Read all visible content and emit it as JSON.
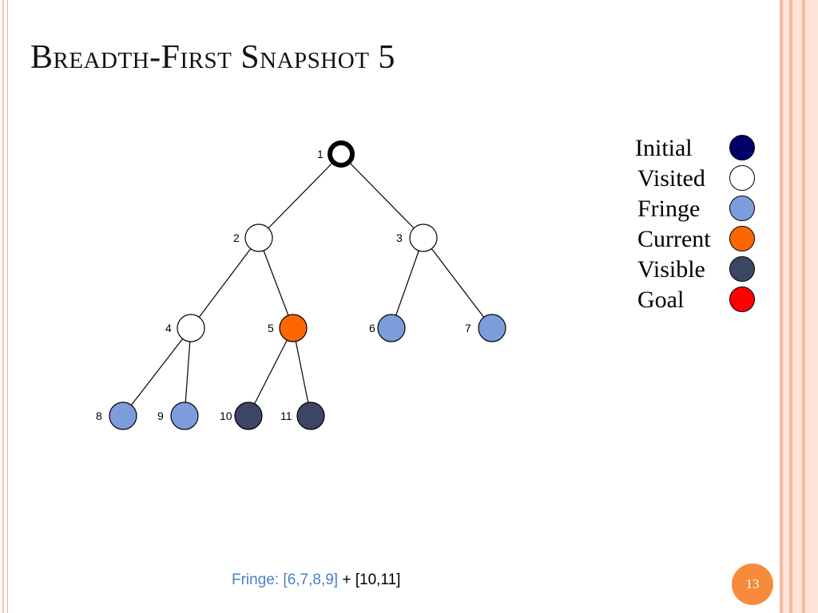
{
  "slide": {
    "title": "Breadth-First Snapshot 5",
    "page_number": "13"
  },
  "tree": {
    "nodes": [
      {
        "id": "1",
        "label": "1",
        "state": "initial-visited"
      },
      {
        "id": "2",
        "label": "2",
        "state": "visited"
      },
      {
        "id": "3",
        "label": "3",
        "state": "visited"
      },
      {
        "id": "4",
        "label": "4",
        "state": "visited"
      },
      {
        "id": "5",
        "label": "5",
        "state": "current"
      },
      {
        "id": "6",
        "label": "6",
        "state": "fringe"
      },
      {
        "id": "7",
        "label": "7",
        "state": "fringe"
      },
      {
        "id": "8",
        "label": "8",
        "state": "fringe"
      },
      {
        "id": "9",
        "label": "9",
        "state": "fringe"
      },
      {
        "id": "10",
        "label": "10",
        "state": "visible"
      },
      {
        "id": "11",
        "label": "11",
        "state": "visible"
      }
    ],
    "edges": [
      [
        "1",
        "2"
      ],
      [
        "1",
        "3"
      ],
      [
        "2",
        "4"
      ],
      [
        "2",
        "5"
      ],
      [
        "3",
        "6"
      ],
      [
        "3",
        "7"
      ],
      [
        "4",
        "8"
      ],
      [
        "4",
        "9"
      ],
      [
        "5",
        "10"
      ],
      [
        "5",
        "11"
      ]
    ]
  },
  "legend": {
    "items": [
      {
        "label": "Initial",
        "color": "#000066"
      },
      {
        "label": "Visited",
        "color": "#ffffff"
      },
      {
        "label": "Fringe",
        "color": "#7b9ddb"
      },
      {
        "label": "Current",
        "color": "#ff6600"
      },
      {
        "label": "Visible",
        "color": "#3b4663"
      },
      {
        "label": "Goal",
        "color": "#ff0000"
      }
    ]
  },
  "caption": {
    "fringe_prefix": "Fringe: [6,7,8,9]",
    "fringe_suffix": " + [10,11]"
  },
  "colors": {
    "visited": "#ffffff",
    "fringe": "#7b9ddb",
    "current": "#ff6600",
    "visible": "#3b4663",
    "accent": "#f68b3c"
  }
}
